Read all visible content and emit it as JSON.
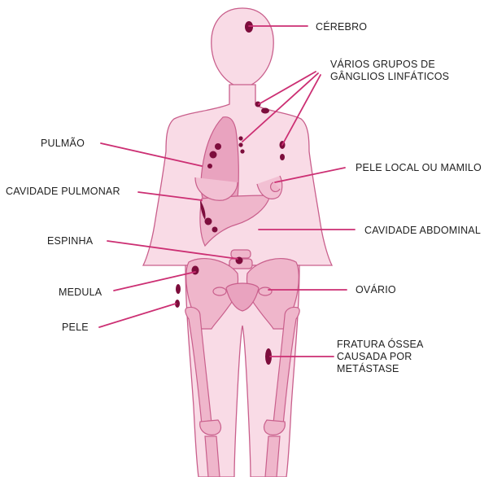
{
  "labels": {
    "brain": "CÉREBRO",
    "lymph_line1": "VÁRIOS GRUPOS DE",
    "lymph_line2": "GÂNGLIOS LINFÁTICOS",
    "lung": "PULMÃO",
    "skin_nipple": "PELE LOCAL OU MAMILO",
    "pleural_cavity": "CAVIDADE PULMONAR",
    "abdominal_cavity": "CAVIDADE ABDOMINAL",
    "spine": "ESPINHA",
    "marrow": "MEDULA",
    "ovary": "OVÁRIO",
    "skin": "PELE",
    "fracture_line1": "FRATURA ÓSSEA",
    "fracture_line2": "CAUSADA POR",
    "fracture_line3": "METÁSTASE"
  },
  "colors": {
    "leader_line": "#cc2f73",
    "body_fill": "#f9dbe6",
    "body_outline": "#c95f8c",
    "organ_fill": "#e9a3bf",
    "bone_fill": "#efb6cb",
    "metastasis": "#7d0d3c",
    "label_text": "#222222"
  }
}
